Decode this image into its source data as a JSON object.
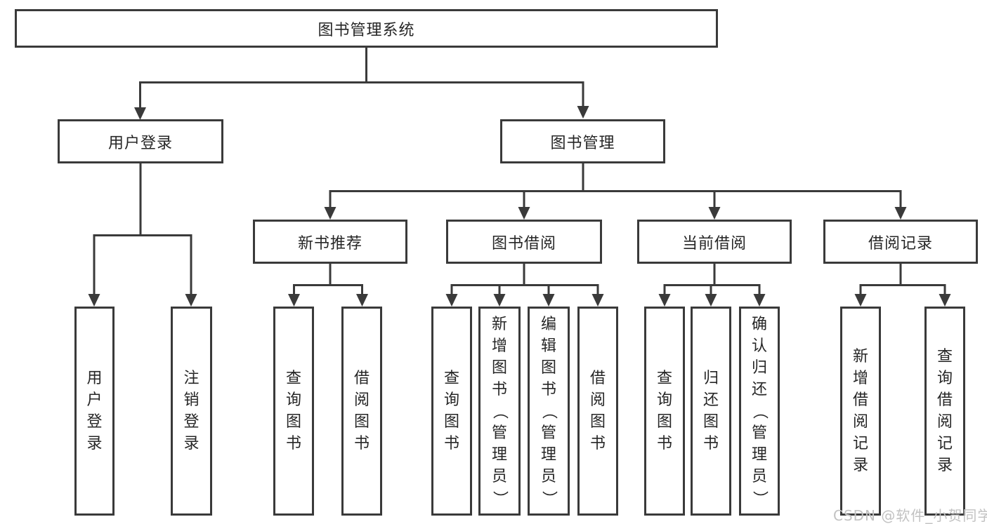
{
  "diagram": {
    "title": "图书管理系统",
    "level2": [
      {
        "id": "user-login",
        "label": "用户登录"
      },
      {
        "id": "book-management",
        "label": "图书管理"
      }
    ],
    "level3": [
      {
        "id": "new-book-recommend",
        "label": "新书推荐"
      },
      {
        "id": "book-borrow",
        "label": "图书借阅"
      },
      {
        "id": "current-borrow",
        "label": "当前借阅"
      },
      {
        "id": "borrow-record",
        "label": "借阅记录"
      }
    ],
    "leaves": [
      {
        "id": "user-login-leaf",
        "label": "用户登录"
      },
      {
        "id": "logout",
        "label": "注销登录"
      },
      {
        "id": "query-book-1",
        "label": "查询图书"
      },
      {
        "id": "borrow-book-1",
        "label": "借阅图书"
      },
      {
        "id": "query-book-2",
        "label": "查询图书"
      },
      {
        "id": "add-book-admin",
        "label": "新增图书（管理员）"
      },
      {
        "id": "edit-book-admin",
        "label": "编辑图书（管理员）"
      },
      {
        "id": "borrow-book-2",
        "label": "借阅图书"
      },
      {
        "id": "query-book-3",
        "label": "查询图书"
      },
      {
        "id": "return-book",
        "label": "归还图书"
      },
      {
        "id": "confirm-return-admin",
        "label": "确认归还（管理员）"
      },
      {
        "id": "add-borrow-record",
        "label": "新增借阅记录"
      },
      {
        "id": "query-borrow-record",
        "label": "查询借阅记录"
      }
    ]
  },
  "watermark": "CSDN @软件_小贺同学",
  "colors": {
    "line": "#3a3a3a",
    "text": "#262626",
    "watermark": "#c2c2c2",
    "background": "#ffffff"
  }
}
